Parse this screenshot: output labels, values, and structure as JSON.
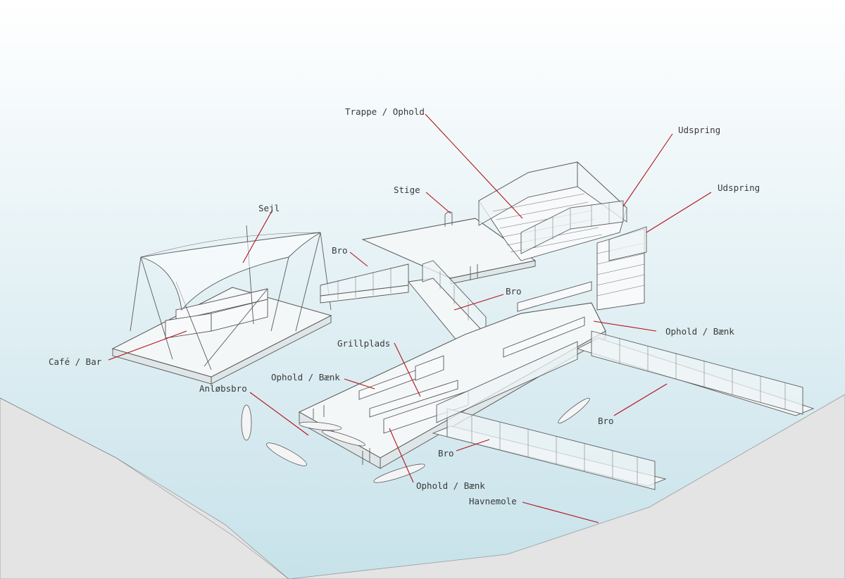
{
  "colors": {
    "water_top": "#ffffff",
    "water_bottom": "#c7e2ea",
    "quay": "#e4e4e4",
    "leader": "#b3121b",
    "label_text": "#3a3a3a",
    "linework": "#555555"
  },
  "labels": {
    "trappe_ophold": "Trappe / Ophold",
    "udspring_1": "Udspring",
    "udspring_2": "Udspring",
    "stige": "Stige",
    "sejl": "Sejl",
    "bro_1": "Bro",
    "bro_2": "Bro",
    "ophold_baenk_1": "Ophold / Bænk",
    "grillplads": "Grillplads",
    "cafe_bar": "Café / Bar",
    "ophold_baenk_2": "Ophold / Bænk",
    "anlobsbro": "Anløbsbro",
    "bro_3": "Bro",
    "bro_4": "Bro",
    "ophold_baenk_3": "Ophold / Bænk",
    "havnemole": "Havnemole"
  }
}
